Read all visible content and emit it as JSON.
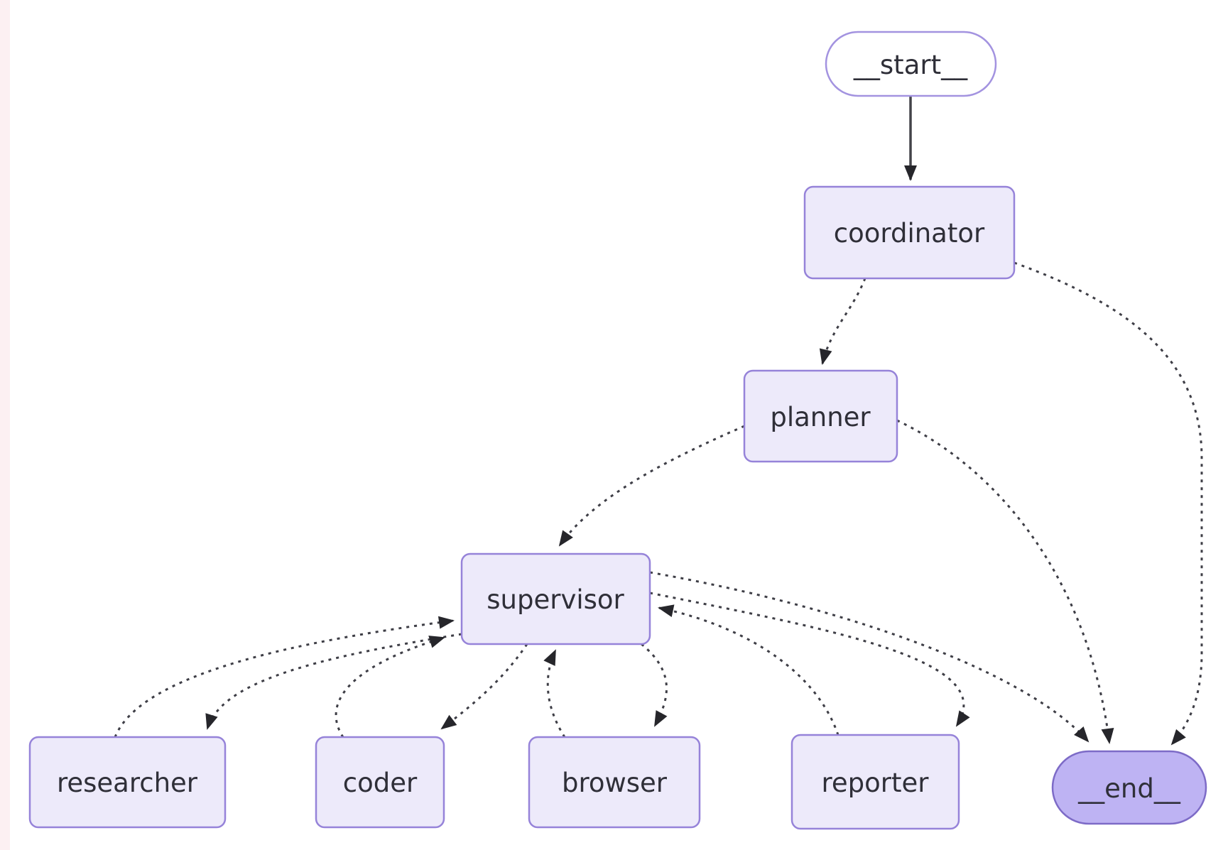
{
  "diagram": {
    "type": "flowchart",
    "direction": "top-down",
    "nodes": {
      "start": {
        "label": "__start__",
        "shape": "pill"
      },
      "coordinator": {
        "label": "coordinator",
        "shape": "rect"
      },
      "planner": {
        "label": "planner",
        "shape": "rect"
      },
      "supervisor": {
        "label": "supervisor",
        "shape": "rect"
      },
      "researcher": {
        "label": "researcher",
        "shape": "rect"
      },
      "coder": {
        "label": "coder",
        "shape": "rect"
      },
      "browser": {
        "label": "browser",
        "shape": "rect"
      },
      "reporter": {
        "label": "reporter",
        "shape": "rect"
      },
      "end": {
        "label": "__end__",
        "shape": "pill"
      }
    },
    "edges": [
      {
        "from": "__start__",
        "to": "coordinator",
        "style": "solid"
      },
      {
        "from": "coordinator",
        "to": "planner",
        "style": "dotted"
      },
      {
        "from": "coordinator",
        "to": "__end__",
        "style": "dotted"
      },
      {
        "from": "planner",
        "to": "supervisor",
        "style": "dotted"
      },
      {
        "from": "planner",
        "to": "__end__",
        "style": "dotted"
      },
      {
        "from": "supervisor",
        "to": "researcher",
        "style": "dotted"
      },
      {
        "from": "researcher",
        "to": "supervisor",
        "style": "dotted"
      },
      {
        "from": "supervisor",
        "to": "coder",
        "style": "dotted"
      },
      {
        "from": "coder",
        "to": "supervisor",
        "style": "dotted"
      },
      {
        "from": "supervisor",
        "to": "browser",
        "style": "dotted"
      },
      {
        "from": "browser",
        "to": "supervisor",
        "style": "dotted"
      },
      {
        "from": "supervisor",
        "to": "reporter",
        "style": "dotted"
      },
      {
        "from": "reporter",
        "to": "supervisor",
        "style": "dotted"
      },
      {
        "from": "supervisor",
        "to": "__end__",
        "style": "dotted"
      }
    ],
    "colors": {
      "node_fill": "#edeafa",
      "node_border": "#9683d9",
      "start_fill": "#ffffff",
      "end_fill": "#beb3f3",
      "end_border": "#7d6bc7",
      "text": "#2f2f38",
      "edge": "#3e3e46"
    }
  }
}
